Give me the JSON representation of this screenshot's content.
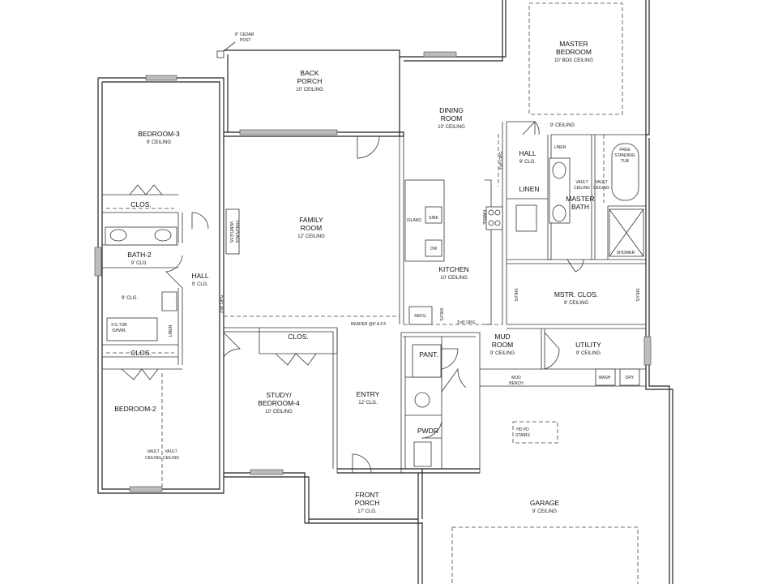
{
  "rooms": {
    "master_bedroom": {
      "name_1": "MASTER",
      "name_2": "BEDROOM",
      "ceiling": "10' BOX CEILING"
    },
    "back_porch": {
      "name_1": "BACK",
      "name_2": "PORCH",
      "ceiling": "10' CEILING"
    },
    "bedroom_3": {
      "name": "BEDROOM-3",
      "ceiling": "9' CEILING"
    },
    "dining_room": {
      "name_1": "DINING",
      "name_2": "ROOM",
      "ceiling": "10' CEILING"
    },
    "family_room": {
      "name_1": "FAMILY",
      "name_2": "ROOM",
      "ceiling": "12' CEILING"
    },
    "kitchen": {
      "name": "KITCHEN",
      "ceiling": "10' CEILING"
    },
    "hall_master": {
      "name": "HALL",
      "ceiling": "9' CLG."
    },
    "master_bath": {
      "name_1": "MASTER",
      "name_2": "BATH"
    },
    "bath_2": {
      "name": "BATH-2",
      "ceiling": "9' CLG."
    },
    "hall_left": {
      "name": "HALL",
      "ceiling": "9' CLG."
    },
    "mstr_clos": {
      "name": "MSTR. CLOS.",
      "ceiling": "9' CEILING"
    },
    "mud_room": {
      "name_1": "MUD",
      "name_2": "ROOM",
      "ceiling": "9' CEILING"
    },
    "utility": {
      "name": "UTILITY",
      "ceiling": "9' CEILING"
    },
    "study": {
      "name_1": "STUDY/",
      "name_2": "BEDROOM-4",
      "ceiling": "10' CEILING"
    },
    "entry": {
      "name": "ENTRY",
      "ceiling": "12' CLG."
    },
    "bedroom_2": {
      "name": "BEDROOM-2"
    },
    "front_porch": {
      "name_1": "FRONT",
      "name_2": "PORCH",
      "ceiling": "17' CLG."
    },
    "garage": {
      "name": "GARAGE",
      "ceiling": "9' CEILING"
    },
    "pantry": {
      "name": "PANT."
    },
    "powder": {
      "name": "PWDR"
    }
  },
  "labels": {
    "cedar_post_1": "8\" CEDAR",
    "cedar_post_2": "POST",
    "clos_bed3": "CLOS.",
    "clos_study": "CLOS.",
    "clos_bed2": "CLOS.",
    "linen_master": "LINEN",
    "linen_hall": "LINEN",
    "linen_bath2": "LINEN",
    "master_ceiling_left": "9' CEILING",
    "tub_1": "FREE",
    "tub_2": "STANDING",
    "tub_3": "TUB",
    "vault_1": "VAULT",
    "vault_2": "VAULT",
    "vault_ceil_1": "CEILING",
    "vault_ceil_2": "CEILING",
    "shower": "SHOWER",
    "island": "ISLAND",
    "sink": "SINK",
    "dw": "DW",
    "refg": "REFG.",
    "range": "RANGE",
    "fireplace_1": "VENTLESS",
    "fireplace_2": "FIREPLACE",
    "bath2_9clg": "9' CLG.",
    "fg_tub_1": "F.G.TUB",
    "fg_tub_2": "/SHWR.",
    "header": "HEADER @8' A.F.F.",
    "opg_kitchen": "3'x8' OPG",
    "opg_dining": "3'x8' OPG",
    "opg_hall": "3'x8' OPG",
    "shlvs_kitchen": "SHLVS.",
    "shlvs_clos_l": "SHLVS.",
    "shlvs_clos_r": "SHLVS.",
    "mud_bench_1": "MUD",
    "mud_bench_2": "BENCH",
    "wash": "WASH",
    "dry": "DRY",
    "stairs_1": "HD PD",
    "stairs_2": "STAIRS",
    "bed2_vault_1": "VAULT",
    "bed2_vault_2": "VAULT",
    "bed2_ceil_1": "CEILING",
    "bed2_ceil_2": "CEILING"
  }
}
